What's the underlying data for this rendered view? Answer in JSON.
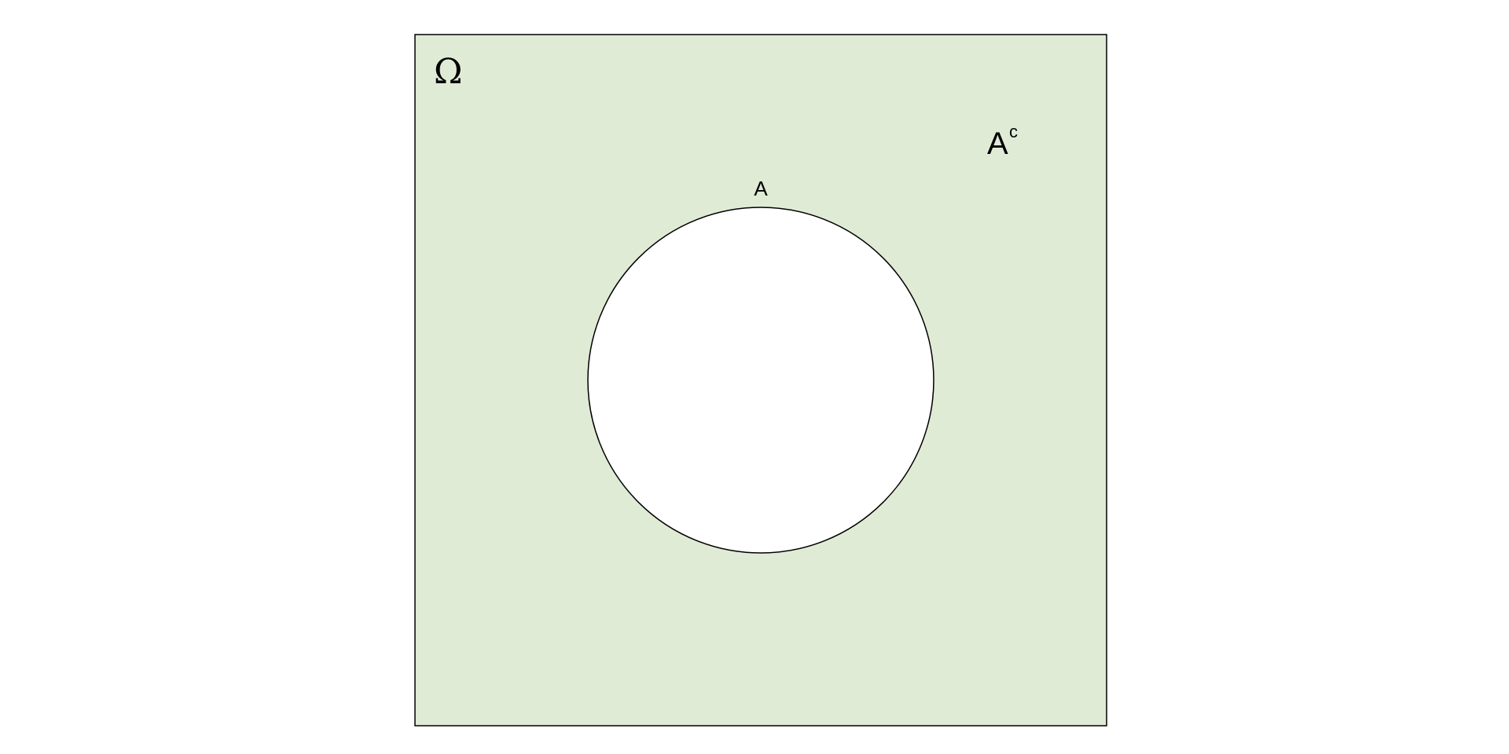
{
  "diagram": {
    "universe": {
      "label": "Ω",
      "fill_color": "#e0ebd6",
      "border_color": "#000000"
    },
    "set_a": {
      "label": "A",
      "fill_color": "#ffffff",
      "border_color": "#000000"
    },
    "complement": {
      "base_label": "A",
      "superscript": "c"
    }
  }
}
